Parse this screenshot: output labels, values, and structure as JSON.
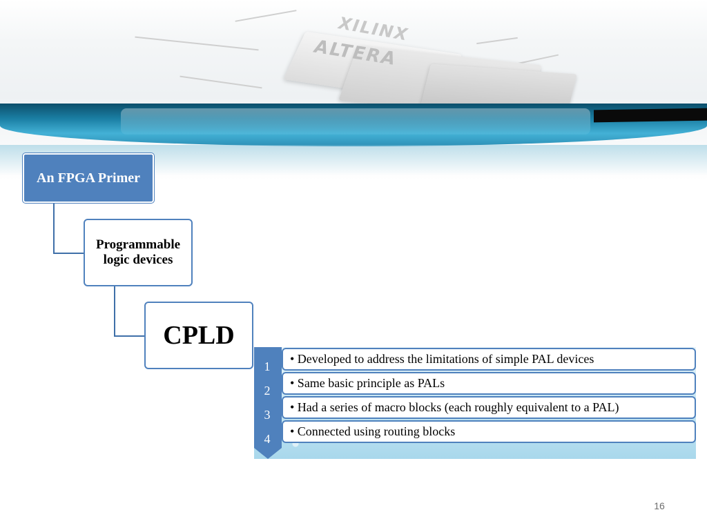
{
  "banner": {
    "logo_top": "XILINX",
    "logo_mid": "ALTERA",
    "colors": {
      "wave_dark": "#0c4f6b",
      "wave_light": "#43b1d6"
    }
  },
  "hierarchy": {
    "level1": "An FPGA Primer",
    "level2": "Programmable logic devices",
    "level3": "CPLD",
    "colors": {
      "accent": "#4f81bd"
    }
  },
  "details": {
    "items": [
      {
        "num": "1",
        "text": "• Developed to address the limitations of simple PAL devices"
      },
      {
        "num": "2",
        "text": "• Same basic principle as PALs"
      },
      {
        "num": "3",
        "text": "• Had a series of macro blocks (each roughly equivalent to a PAL)"
      },
      {
        "num": "4",
        "text": "• Connected using routing blocks"
      }
    ]
  },
  "footer": {
    "page_number": "16"
  }
}
